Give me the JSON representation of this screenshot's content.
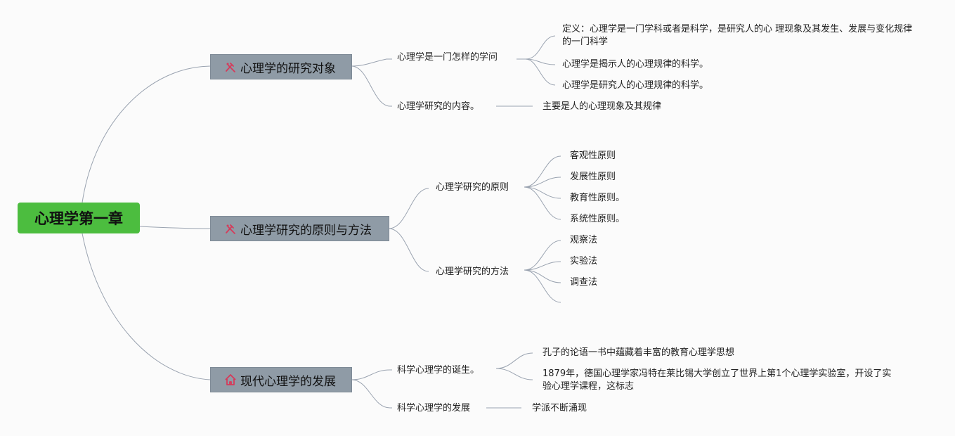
{
  "root": {
    "label": "心理学第一章"
  },
  "branches": [
    {
      "label": "心理学的研究对象",
      "icon": "tools-icon"
    },
    {
      "label": "心理学研究的原则与方法",
      "icon": "tools-icon"
    },
    {
      "label": "现代心理学的发展",
      "icon": "home-icon"
    }
  ],
  "b1": {
    "c1": "心理学是一门怎样的学问",
    "c1_items": [
      "定义：心理学是一门学科或者是科学，是研究人的心 理现象及其发生、发展与变化规律的一门科学",
      "心理学是揭示人的心理规律的科学。",
      "心理学是研究人的心理规律的科学。"
    ],
    "c2": "心理学研究的内容。",
    "c2_item": "主要是人的心理现象及其规律"
  },
  "b2": {
    "c1": "心理学研究的原则",
    "c1_items": [
      "客观性原则",
      "发展性原则",
      "教育性原则。",
      "系统性原则。"
    ],
    "c2": "心理学研究的方法",
    "c2_items": [
      "观察法",
      "实验法",
      "调查法",
      ""
    ]
  },
  "b3": {
    "c1": "科学心理学的诞生。",
    "c1_items": [
      "孔子的论语一书中蕴藏着丰富的教育心理学思想",
      "1879年，德国心理学家冯特在莱比锡大学创立了世界上第1个心理学实验室，开设了实验心理学课程，这标志"
    ],
    "c2": "科学心理学的发展",
    "c2_item": "学派不断涌现"
  },
  "colors": {
    "root": "#4cbd3f",
    "branch": "#8f9ba6",
    "line": "#9aa3b0",
    "icon": "#d63a5a"
  }
}
